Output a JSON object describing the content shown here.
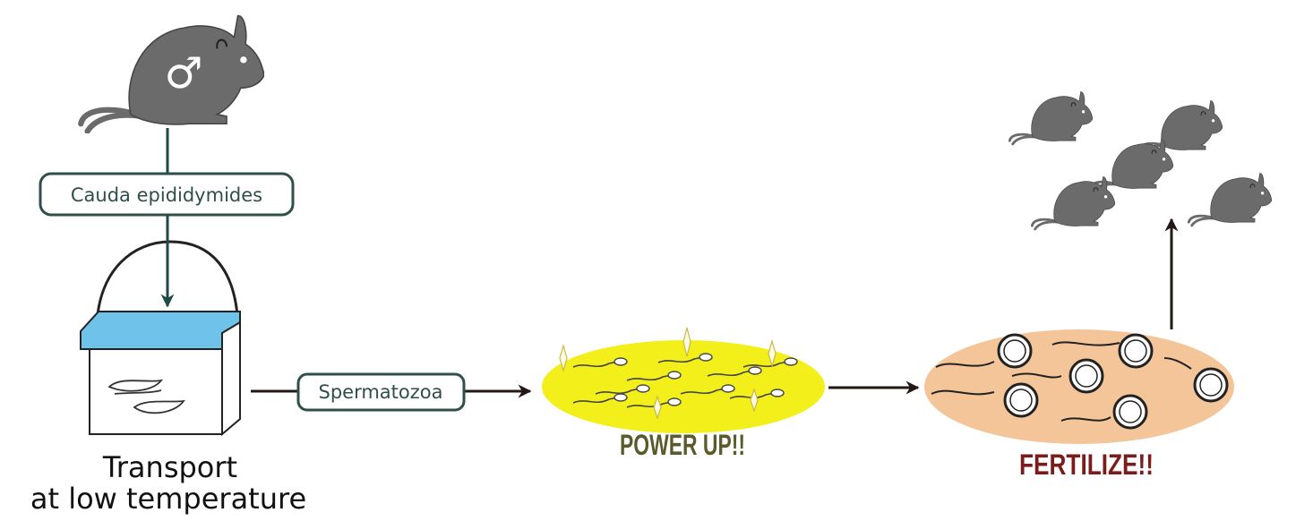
{
  "labels": {
    "cauda": "Cauda epididymides",
    "spermatozoa": "Spermatozoa",
    "transport_line1": "Transport",
    "transport_line2": "at low temperature",
    "power_up": "POWER UP!!",
    "fertilize": "FERTILIZE!!",
    "male_symbol": "♂"
  },
  "colors": {
    "mouse": "#6b6b6b",
    "label_border": "#2f4f4a",
    "lid": "#6fc3ea",
    "power_ellipse": "#f2ef1a",
    "fertilize_ellipse": "#f5c59a",
    "power_text": "#5b5a2c",
    "fertilize_text": "#7a1c1c"
  }
}
